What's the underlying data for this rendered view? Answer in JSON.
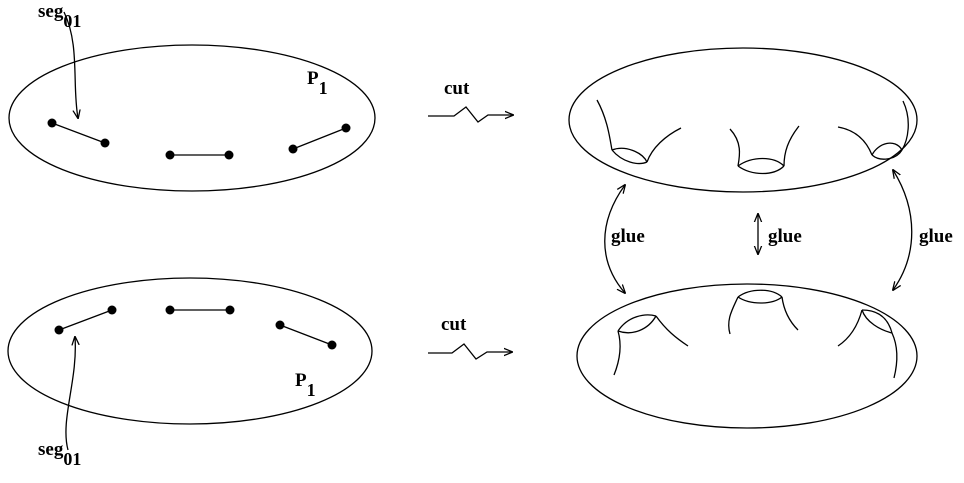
{
  "labels": {
    "seg_top": {
      "base": "seg",
      "sub": "01"
    },
    "seg_bottom": {
      "base": "seg",
      "sub": "01"
    },
    "p_top": {
      "base": "P",
      "sub": "1"
    },
    "p_bottom": {
      "base": "P",
      "sub": "1"
    },
    "cut_top": "cut",
    "cut_bottom": "cut",
    "glue_left": "glue",
    "glue_middle": "glue",
    "glue_right": "glue"
  }
}
